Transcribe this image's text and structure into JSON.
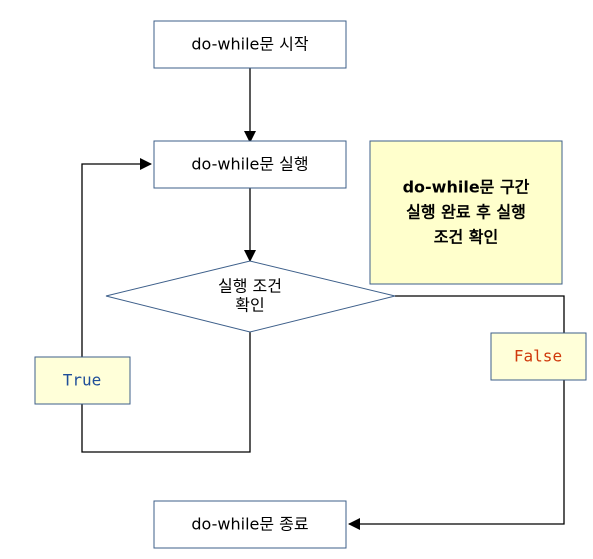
{
  "nodes": {
    "start": "do-while문 시작",
    "execute": "do-while문 실행",
    "condition_line1": "실행 조건",
    "condition_line2": "확인",
    "end": "do-while문 종료"
  },
  "edges": {
    "true_label": "True",
    "false_label": "False"
  },
  "note": {
    "line1": "do-while문 구간",
    "line2": "실행 완료 후 실행",
    "line3": "조건 확인"
  },
  "colors": {
    "box_stroke": "#3d5f8a",
    "label_fill": "#ffffd9",
    "note_fill": "#ffffcc",
    "true_text": "#1f4e99",
    "false_text": "#d03a0c",
    "line": "#000000"
  }
}
